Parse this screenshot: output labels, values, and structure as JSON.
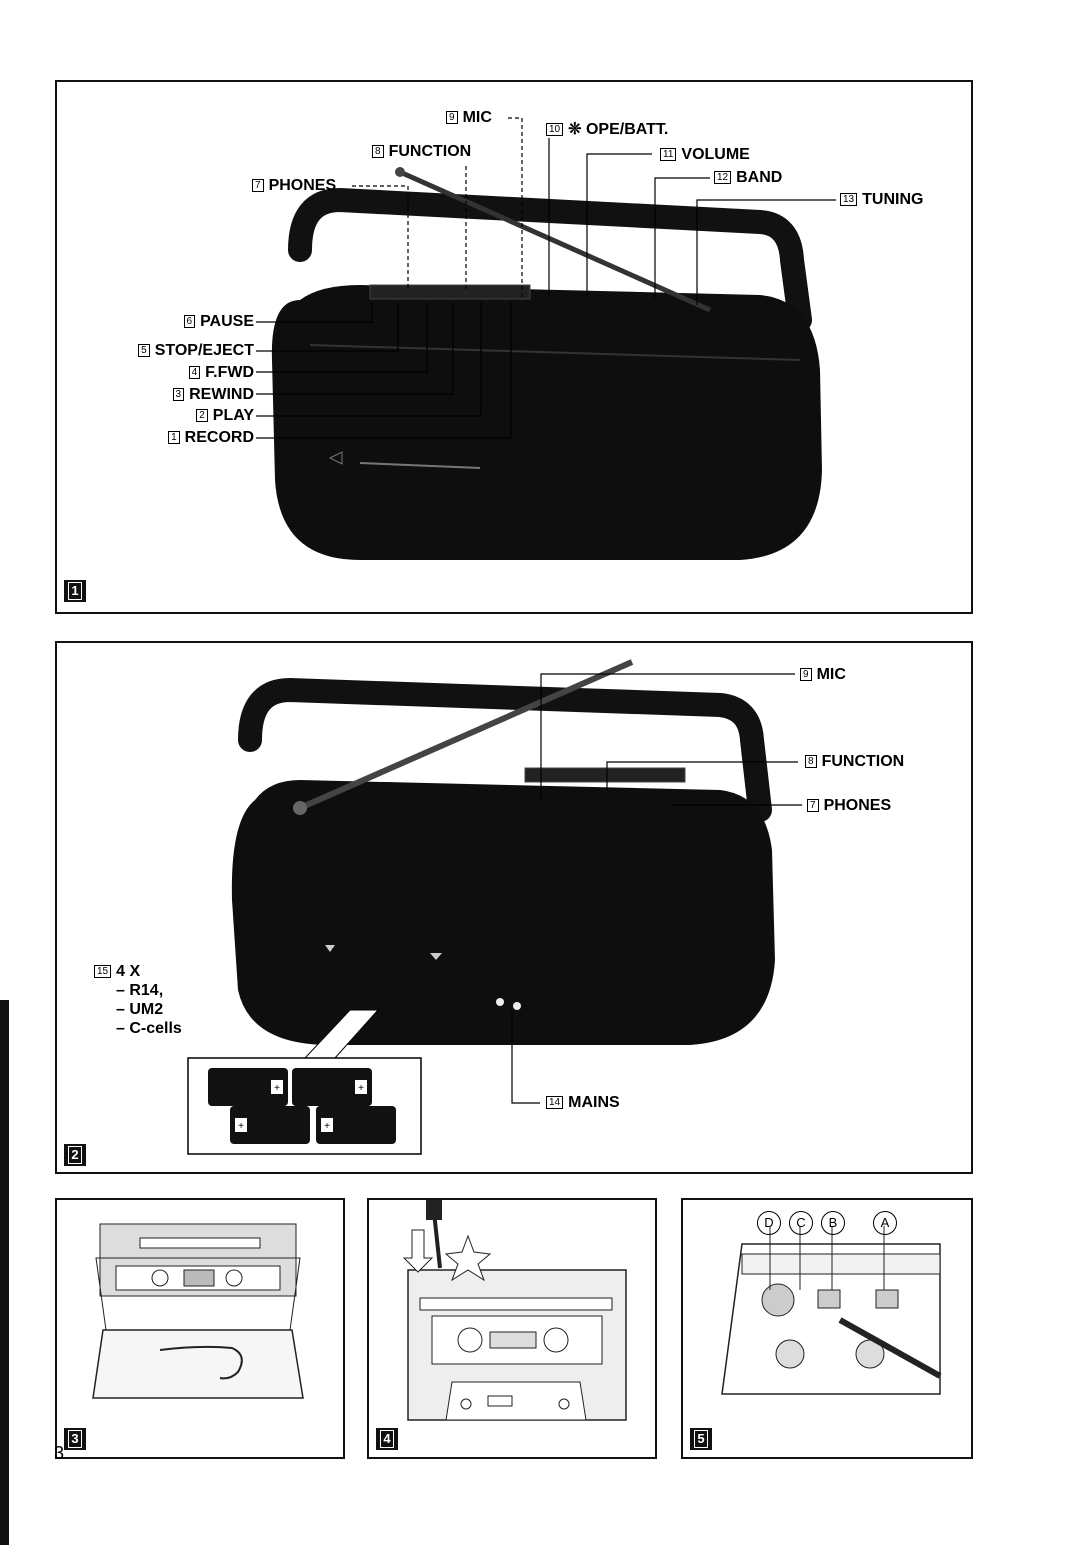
{
  "figure1": {
    "badge": "1",
    "labels": {
      "mic": {
        "num": "9",
        "text": "MIC"
      },
      "ope_batt": {
        "num": "10",
        "text": "❊ OPE/BATT."
      },
      "function": {
        "num": "8",
        "text": "FUNCTION"
      },
      "volume": {
        "num": "11",
        "text": "VOLUME"
      },
      "phones": {
        "num": "7",
        "text": "PHONES"
      },
      "band": {
        "num": "12",
        "text": "BAND"
      },
      "tuning": {
        "num": "13",
        "text": "TUNING"
      },
      "pause": {
        "num": "6",
        "text": "PAUSE"
      },
      "stop_eject": {
        "num": "5",
        "text": "STOP/EJECT"
      },
      "ffwd": {
        "num": "4",
        "text": "F.FWD"
      },
      "rewind": {
        "num": "3",
        "text": "REWIND"
      },
      "play": {
        "num": "2",
        "text": "PLAY"
      },
      "record": {
        "num": "1",
        "text": "RECORD"
      }
    }
  },
  "figure2": {
    "badge": "2",
    "labels": {
      "mic": {
        "num": "9",
        "text": "MIC"
      },
      "function": {
        "num": "8",
        "text": "FUNCTION"
      },
      "phones": {
        "num": "7",
        "text": "PHONES"
      },
      "mains": {
        "num": "14",
        "text": "MAINS"
      }
    },
    "batteries": {
      "num": "15",
      "lines": [
        "4 X",
        "– R14,",
        "– UM2",
        "– C-cells"
      ]
    }
  },
  "figure3": {
    "badge": "3"
  },
  "figure4": {
    "badge": "4"
  },
  "figure5": {
    "badge": "5",
    "points": [
      "D",
      "C",
      "B",
      "A"
    ]
  },
  "page_number": "3"
}
